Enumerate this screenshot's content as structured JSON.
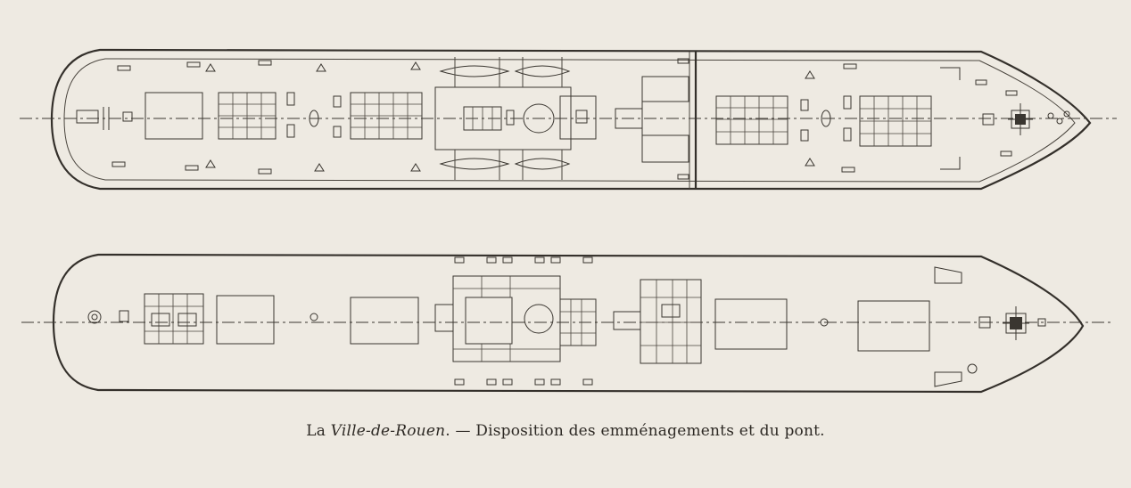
{
  "caption": {
    "prefix": "La",
    "ship_name": "Ville-de-Rouen",
    "separator": ". —",
    "description": "Disposition des emménagements et du pont."
  },
  "colors": {
    "paper": "#eeeae2",
    "ink": "#3a3630"
  }
}
